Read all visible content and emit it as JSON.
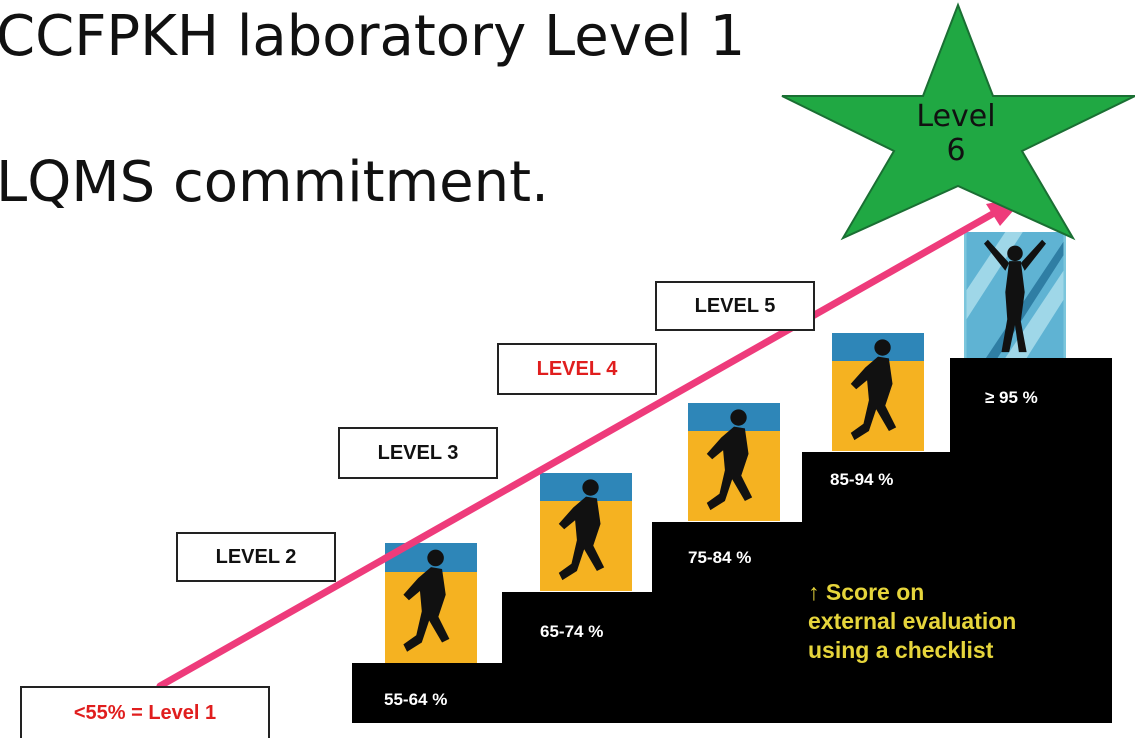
{
  "title": {
    "line1": "CCFPKH laboratory Level 1",
    "line2": "LQMS commitment."
  },
  "levels": {
    "level1": "<55% = Level 1",
    "level2": "LEVEL 2",
    "level3": "LEVEL 3",
    "level4": "LEVEL 4",
    "level5": "LEVEL 5",
    "level6_line1": "Level",
    "level6_line2": "6"
  },
  "steps": [
    "55-64 %",
    "65-74 %",
    "75-84 %",
    "85-94 %",
    "≥ 95 %"
  ],
  "score_note": {
    "line1": "↑ Score on",
    "line2": "external evaluation",
    "line3": "using a checklist"
  },
  "colors": {
    "arrow": "#ee3b7b",
    "star": "#20a843",
    "level1_text": "#e01e1e",
    "level4_text": "#e01e1e",
    "score_text": "#e6d53b",
    "runner_top": "#2e86b8",
    "runner_bottom": "#f5b221"
  }
}
